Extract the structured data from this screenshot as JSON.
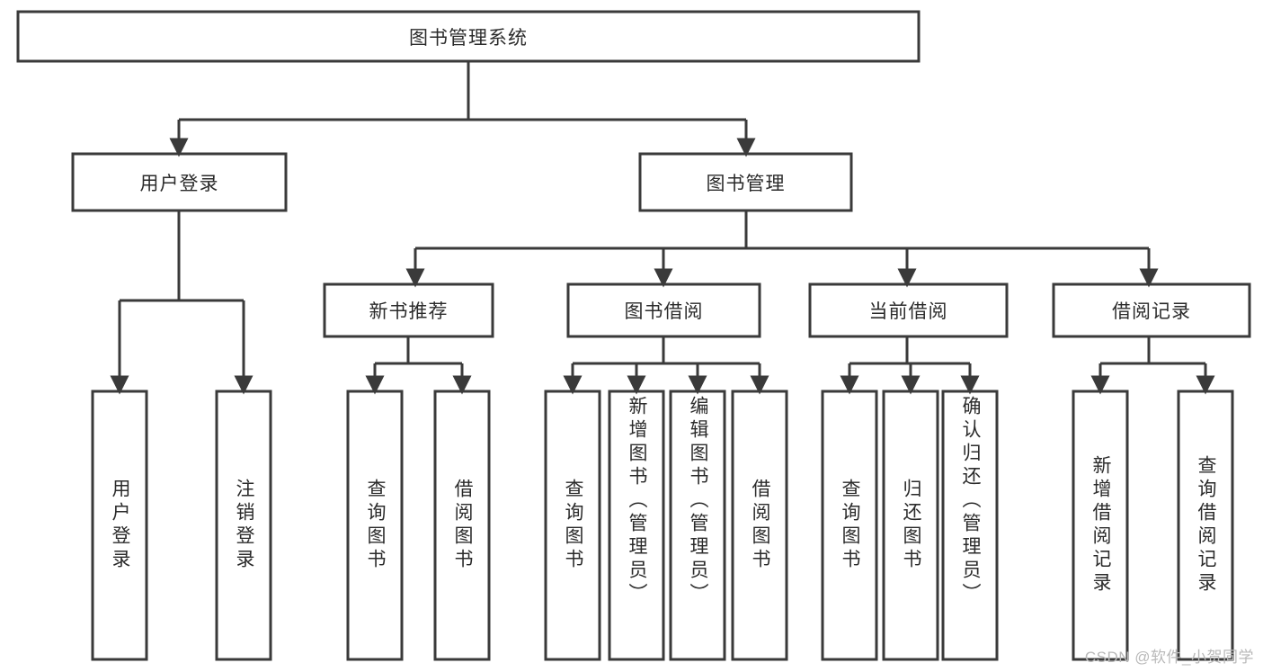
{
  "diagram": {
    "type": "tree",
    "title": "图书管理系统",
    "root": {
      "id": "root",
      "label": "图书管理系统"
    },
    "level2": [
      {
        "id": "user-login",
        "label": "用户登录"
      },
      {
        "id": "book-manage",
        "label": "图书管理"
      }
    ],
    "level3": [
      {
        "id": "new-book-recommend",
        "label": "新书推荐",
        "parent": "book-manage"
      },
      {
        "id": "book-borrow",
        "label": "图书借阅",
        "parent": "book-manage"
      },
      {
        "id": "current-borrow",
        "label": "当前借阅",
        "parent": "book-manage"
      },
      {
        "id": "borrow-record",
        "label": "借阅记录",
        "parent": "book-manage"
      }
    ],
    "leaves": [
      {
        "id": "leaf-user-login",
        "label": "用户登录",
        "parent": "user-login"
      },
      {
        "id": "leaf-logout",
        "label": "注销登录",
        "parent": "user-login"
      },
      {
        "id": "leaf-query-book-1",
        "label": "查询图书",
        "parent": "new-book-recommend"
      },
      {
        "id": "leaf-borrow-book-1",
        "label": "借阅图书",
        "parent": "new-book-recommend"
      },
      {
        "id": "leaf-query-book-2",
        "label": "查询图书",
        "parent": "book-borrow"
      },
      {
        "id": "leaf-add-book",
        "label": "新增图书（管理员）",
        "parent": "book-borrow"
      },
      {
        "id": "leaf-edit-book",
        "label": "编辑图书（管理员）",
        "parent": "book-borrow"
      },
      {
        "id": "leaf-borrow-book-2",
        "label": "借阅图书",
        "parent": "book-borrow"
      },
      {
        "id": "leaf-query-book-3",
        "label": "查询图书",
        "parent": "current-borrow"
      },
      {
        "id": "leaf-return-book",
        "label": "归还图书",
        "parent": "current-borrow"
      },
      {
        "id": "leaf-confirm-return",
        "label": "确认归还（管理员）",
        "parent": "current-borrow"
      },
      {
        "id": "leaf-add-record",
        "label": "新增借阅记录",
        "parent": "borrow-record"
      },
      {
        "id": "leaf-query-record",
        "label": "查询借阅记录",
        "parent": "borrow-record"
      }
    ],
    "colors": {
      "stroke": "#3a3a3a",
      "box_fill": "#ffffff",
      "text": "#2b2b2b",
      "background": "#ffffff",
      "watermark": "#b9b9b9"
    }
  },
  "watermark": {
    "text": "CSDN @软件_小贺同学"
  }
}
